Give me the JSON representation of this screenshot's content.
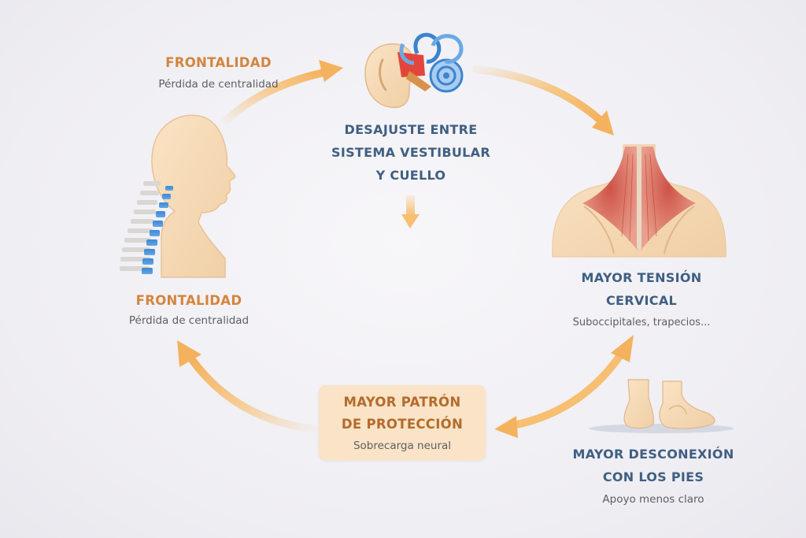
{
  "nodes": {
    "frontalidad_top": {
      "title": "FRONTALIDAD",
      "subtitle": "Pérdida de centralidad"
    },
    "vestibular": {
      "title_lines": [
        "DESAJUSTE ENTRE",
        "SISTEMA VESTIBULAR",
        "Y CUELLO"
      ]
    },
    "frontalidad_left": {
      "title": "FRONTALIDAD",
      "subtitle": "Pérdida de centralidad"
    },
    "tension": {
      "title_lines": [
        "MAYOR TENSIÓN",
        "CERVICAL"
      ],
      "subtitle": "Suboccipitales, trapecios..."
    },
    "proteccion": {
      "title_lines": [
        "MAYOR PATRÓN",
        "DE PROTECCIÓN"
      ],
      "subtitle": "Sobrecarga neural"
    },
    "desconexion": {
      "title_lines": [
        "MAYOR DESCONEXIÓN",
        "CON LOS PIES"
      ],
      "subtitle": "Apoyo menos claro"
    }
  },
  "colors": {
    "orange_title": "#d3853f",
    "blue_title": "#3f5f82",
    "brown_title": "#b46b2c",
    "arrow": "#f6bf72",
    "box_fill": "#fae3c6",
    "background": "#efeef3"
  },
  "icons": [
    "head-profile-icon",
    "ear-inner-icon",
    "neck-muscles-icon",
    "feet-icon"
  ]
}
